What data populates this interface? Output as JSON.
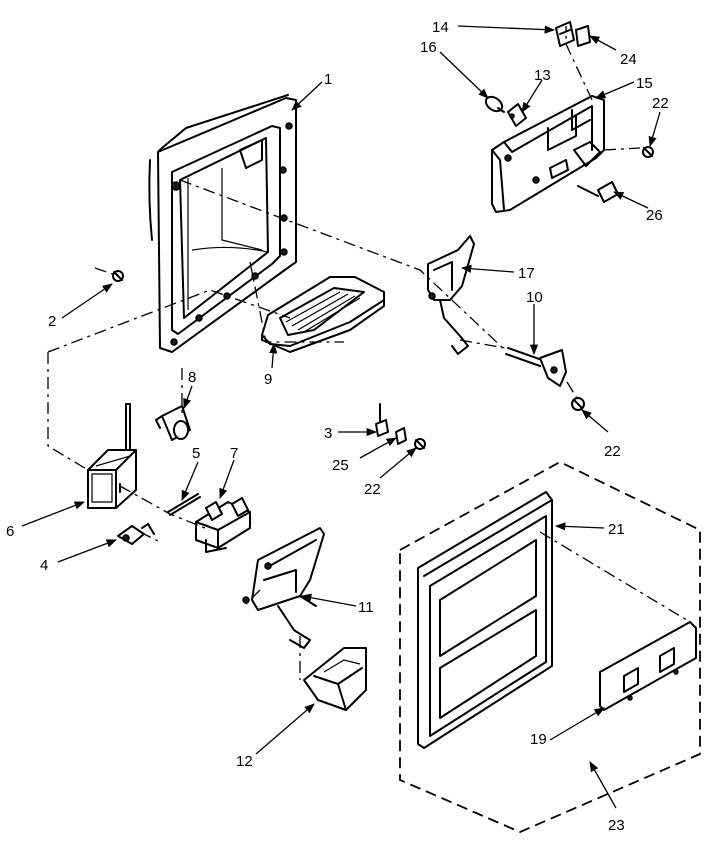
{
  "callouts": {
    "c1": "1",
    "c2": "2",
    "c3": "3",
    "c4": "4",
    "c5": "5",
    "c6": "6",
    "c7": "7",
    "c8": "8",
    "c9": "9",
    "c10": "10",
    "c11": "11",
    "c12": "12",
    "c13": "13",
    "c14": "14",
    "c15": "15",
    "c16": "16",
    "c17": "17",
    "c19": "19",
    "c21": "21",
    "c22a": "22",
    "c22b": "22",
    "c22c": "22",
    "c23": "23",
    "c24": "24",
    "c25": "25",
    "c26": "26"
  }
}
